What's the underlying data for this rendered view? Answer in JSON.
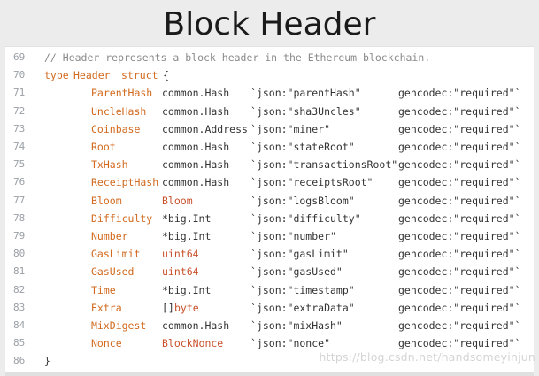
{
  "title": "Block Header",
  "lines": [
    {
      "n": "69",
      "comment": "// Header represents a block header in the Ethereum blockchain."
    },
    {
      "n": "70",
      "decl": {
        "kw1": "type",
        "name": "Header",
        "kw2": "struct",
        "brace": "{"
      }
    },
    {
      "n": "71",
      "field": "ParentHash",
      "type": "common.Hash",
      "json": "`json:\"parentHash\"",
      "gen": "gencodec:\"required\"`"
    },
    {
      "n": "72",
      "field": "UncleHash",
      "type": "common.Hash",
      "json": "`json:\"sha3Uncles\"",
      "gen": "gencodec:\"required\"`"
    },
    {
      "n": "73",
      "field": "Coinbase",
      "type": "common.Address",
      "json": "`json:\"miner\"",
      "gen": "gencodec:\"required\"`"
    },
    {
      "n": "74",
      "field": "Root",
      "type": "common.Hash",
      "json": "`json:\"stateRoot\"",
      "gen": "gencodec:\"required\"`"
    },
    {
      "n": "75",
      "field": "TxHash",
      "type": "common.Hash",
      "json": "`json:\"transactionsRoot\"",
      "gen": "gencodec:\"required\"`"
    },
    {
      "n": "76",
      "field": "ReceiptHash",
      "type": "common.Hash",
      "json": "`json:\"receiptsRoot\"",
      "gen": "gencodec:\"required\"`"
    },
    {
      "n": "77",
      "field": "Bloom",
      "typekw": "Bloom",
      "json": "`json:\"logsBloom\"",
      "gen": "gencodec:\"required\"`"
    },
    {
      "n": "78",
      "field": "Difficulty",
      "type": "*big.Int",
      "json": "`json:\"difficulty\"",
      "gen": "gencodec:\"required\"`"
    },
    {
      "n": "79",
      "field": "Number",
      "type": "*big.Int",
      "json": "`json:\"number\"",
      "gen": "gencodec:\"required\"`"
    },
    {
      "n": "80",
      "field": "GasLimit",
      "typekw": "uint64",
      "json": "`json:\"gasLimit\"",
      "gen": "gencodec:\"required\"`"
    },
    {
      "n": "81",
      "field": "GasUsed",
      "typekw": "uint64",
      "json": "`json:\"gasUsed\"",
      "gen": "gencodec:\"required\"`"
    },
    {
      "n": "82",
      "field": "Time",
      "type": "*big.Int",
      "json": "`json:\"timestamp\"",
      "gen": "gencodec:\"required\"`"
    },
    {
      "n": "83",
      "field": "Extra",
      "type": "[]",
      "typekw": "byte",
      "json": "`json:\"extraData\"",
      "gen": "gencodec:\"required\"`"
    },
    {
      "n": "84",
      "field": "MixDigest",
      "type": "common.Hash",
      "json": "`json:\"mixHash\"",
      "gen": "gencodec:\"required\"`"
    },
    {
      "n": "85",
      "field": "Nonce",
      "typekw": "BlockNonce",
      "json": "`json:\"nonce\"",
      "gen": "gencodec:\"required\"`"
    },
    {
      "n": "86",
      "close": "}"
    }
  ],
  "watermark": "https://blog.csdn.net/handsomeyinjun"
}
